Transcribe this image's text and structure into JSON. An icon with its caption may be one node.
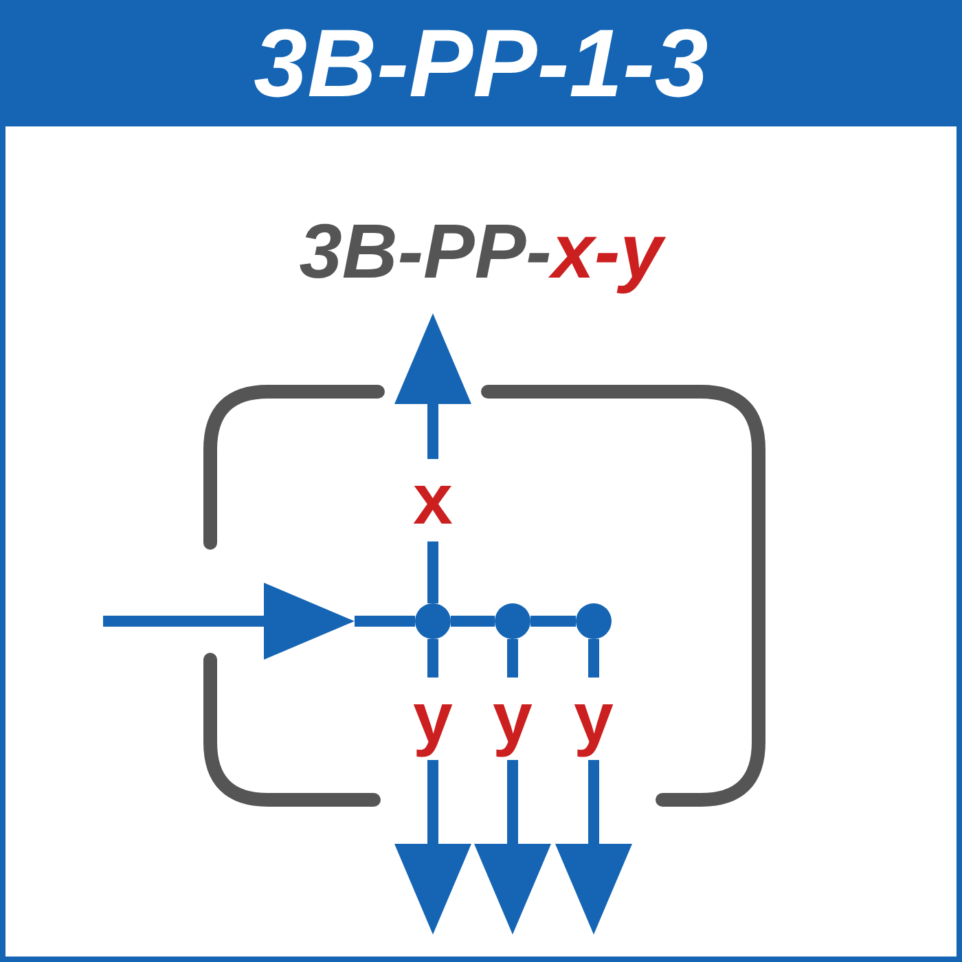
{
  "diagram": {
    "title": "3B-PP-1-3",
    "nodes": [
      {
        "text": [],
        "shape": "bar"
      },
      {
        "text": [],
        "shape": "circle"
      },
      {
        "text": [],
        "shape": "circle"
      },
      {
        "text": [],
        "shape": "circle"
      }
    ],
    "edges": [
      {
        "from": null,
        "to": 0,
        "arrow": "to"
      },
      {
        "from": 1,
        "to": null,
        "arrow": "to",
        "label": "x"
      },
      {
        "from": 1,
        "to": 2,
        "arrow": "none"
      },
      {
        "from": 2,
        "to": 3,
        "arrow": "none"
      },
      {
        "from": 1,
        "to": null,
        "arrow": "to",
        "label": "y"
      },
      {
        "from": 2,
        "to": null,
        "arrow": "to",
        "label": "y"
      },
      {
        "from": 3,
        "to": null,
        "arrow": "to",
        "label": "y"
      }
    ],
    "labels": [
      "3B-PP-",
      "x-y"
    ]
  }
}
